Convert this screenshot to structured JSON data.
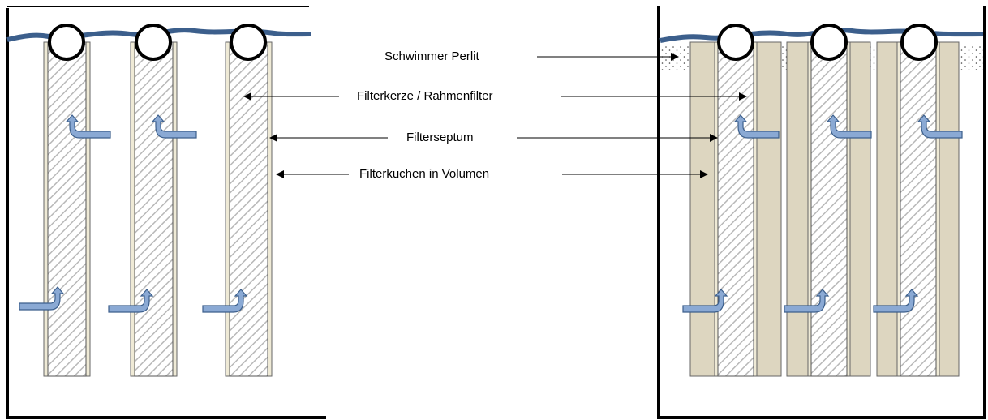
{
  "labels": {
    "schwimmer": "Schwimmer Perlit",
    "filterkerze": "Filterkerze / Rahmenfilter",
    "septum": "Filterseptum",
    "kuchen": "Filterkuchen in Volumen"
  },
  "colors": {
    "wall": "#000000",
    "liquid_surface": "#3c5f8c",
    "septum_fill": "#efead6",
    "cake_fill": "#ddd6c0",
    "hatch": "#b8b8b8",
    "flow_arrow_fill": "#8aa9d4",
    "flow_arrow_stroke": "#3c5f8c"
  },
  "icons": {
    "flow": "bent-flow-arrow-icon",
    "float": "circle-float-icon"
  }
}
